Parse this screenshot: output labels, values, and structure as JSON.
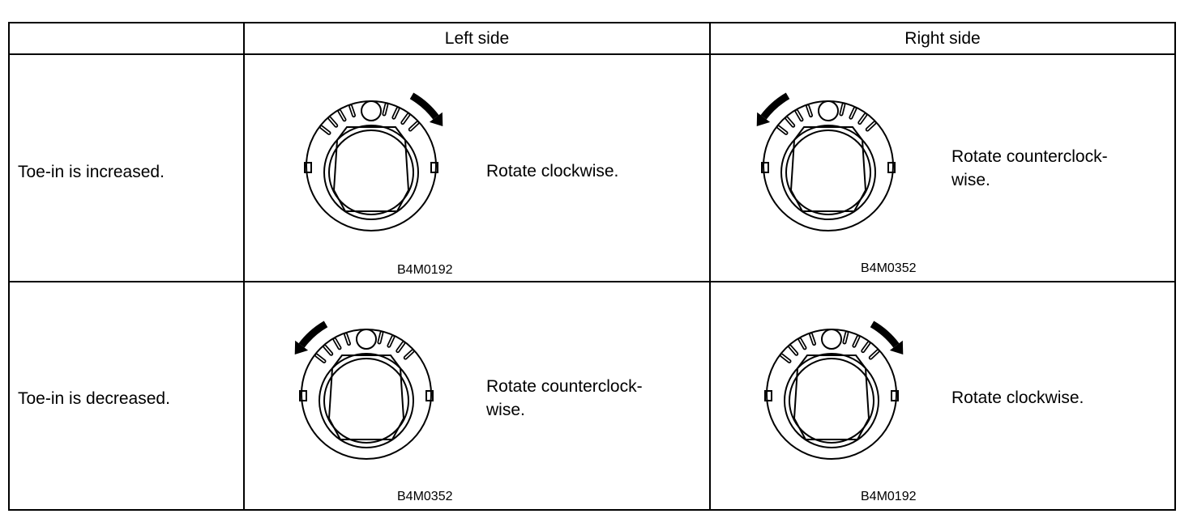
{
  "table": {
    "header": {
      "corner": "",
      "left": "Left side",
      "right": "Right side"
    },
    "rows": [
      {
        "label": "Toe-in is increased.",
        "left": {
          "rotation": "clockwise",
          "instruction_lines": [
            "Rotate clockwise."
          ],
          "figure_code": "B4M0192"
        },
        "right": {
          "rotation": "counterclockwise",
          "instruction_lines": [
            "Rotate counterclock-",
            "wise."
          ],
          "figure_code": "B4M0352"
        }
      },
      {
        "label": "Toe-in is decreased.",
        "left": {
          "rotation": "counterclockwise",
          "instruction_lines": [
            "Rotate counterclock-",
            "wise."
          ],
          "figure_code": "B4M0352"
        },
        "right": {
          "rotation": "clockwise",
          "instruction_lines": [
            "Rotate clockwise."
          ],
          "figure_code": "B4M0192"
        }
      }
    ]
  }
}
